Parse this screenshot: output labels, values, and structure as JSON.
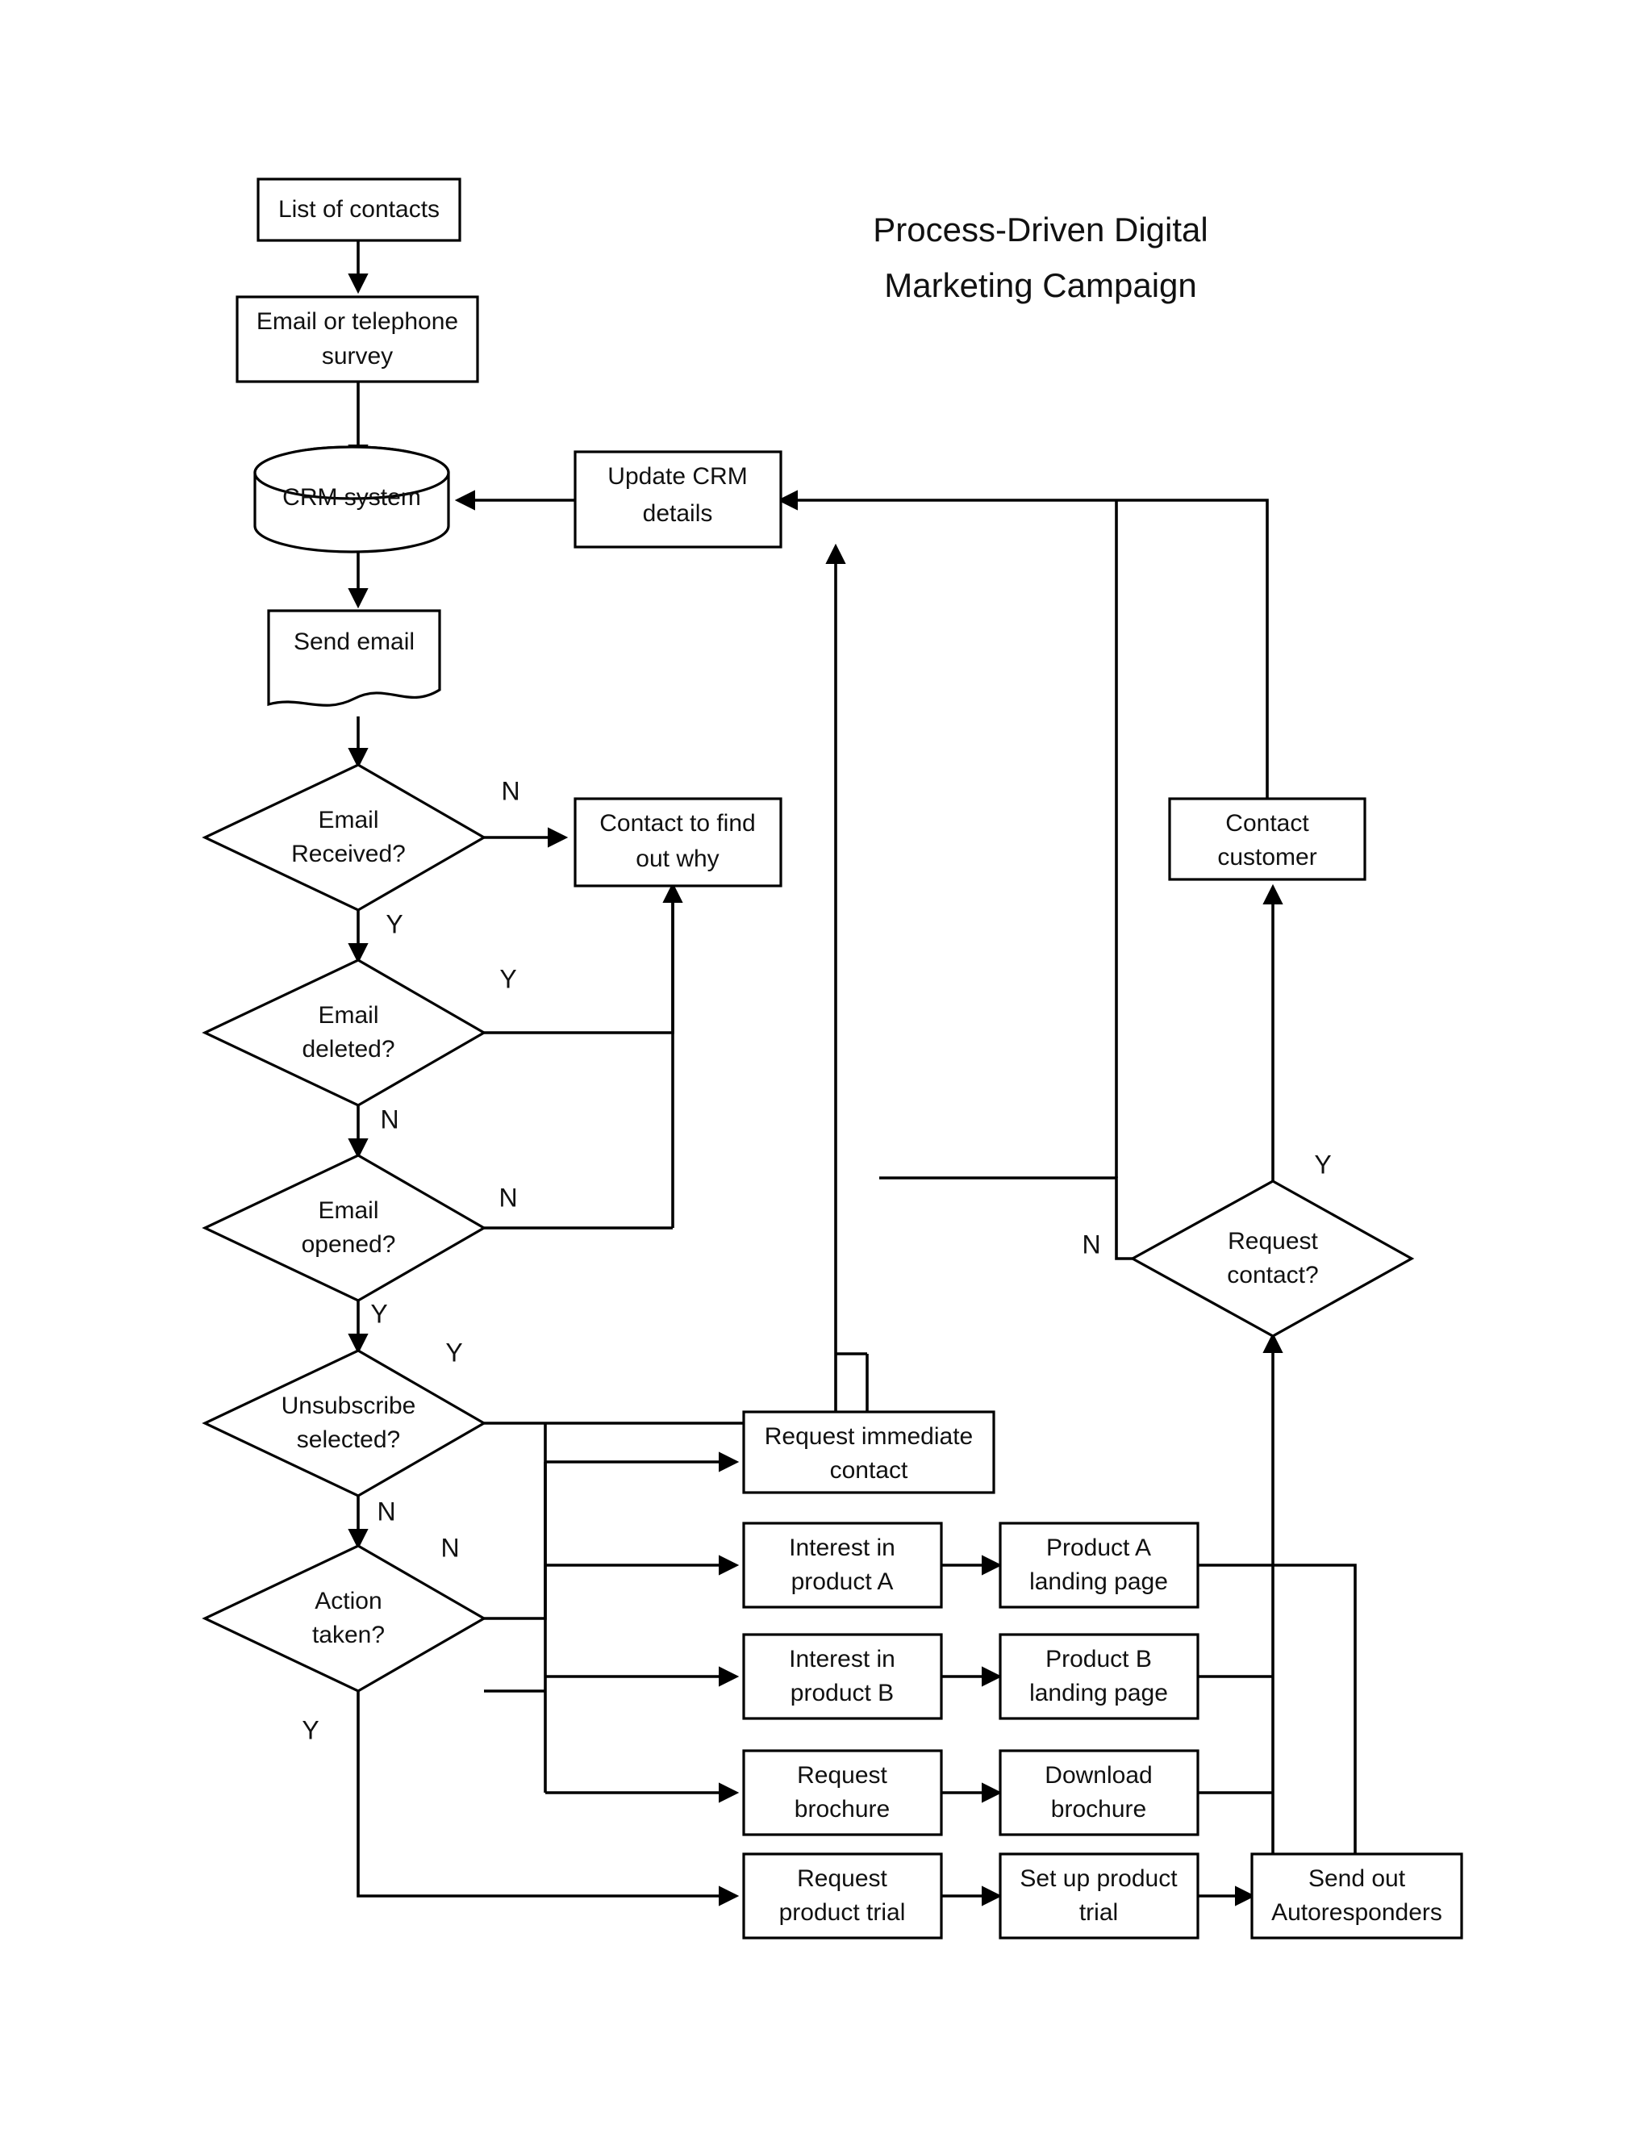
{
  "diagram": {
    "title_line1": "Process-Driven Digital",
    "title_line2": "Marketing Campaign",
    "type": "flowchart",
    "nodes": {
      "list_of_contacts": {
        "label": "List of contacts",
        "shape": "process"
      },
      "email_or_telephone_survey_l1": {
        "label": "Email or telephone",
        "shape": "process"
      },
      "email_or_telephone_survey_l2": {
        "label": "survey",
        "shape": "process"
      },
      "crm_system": {
        "label": "CRM system",
        "shape": "database"
      },
      "send_email": {
        "label": "Send email",
        "shape": "document"
      },
      "update_crm_l1": {
        "label": "Update CRM",
        "shape": "process"
      },
      "update_crm_l2": {
        "label": "details",
        "shape": "process"
      },
      "email_received_l1": {
        "label": "Email",
        "shape": "decision"
      },
      "email_received_l2": {
        "label": "Received?",
        "shape": "decision"
      },
      "contact_find_out_why_l1": {
        "label": "Contact to find",
        "shape": "process"
      },
      "contact_find_out_why_l2": {
        "label": "out why",
        "shape": "process"
      },
      "email_deleted_l1": {
        "label": "Email",
        "shape": "decision"
      },
      "email_deleted_l2": {
        "label": "deleted?",
        "shape": "decision"
      },
      "email_opened_l1": {
        "label": "Email",
        "shape": "decision"
      },
      "email_opened_l2": {
        "label": "opened?",
        "shape": "decision"
      },
      "unsubscribe_l1": {
        "label": "Unsubscribe",
        "shape": "decision"
      },
      "unsubscribe_l2": {
        "label": "selected?",
        "shape": "decision"
      },
      "action_taken_l1": {
        "label": "Action",
        "shape": "decision"
      },
      "action_taken_l2": {
        "label": "taken?",
        "shape": "decision"
      },
      "contact_customer_l1": {
        "label": "Contact",
        "shape": "process"
      },
      "contact_customer_l2": {
        "label": "customer",
        "shape": "process"
      },
      "request_contact_l1": {
        "label": "Request",
        "shape": "decision"
      },
      "request_contact_l2": {
        "label": "contact?",
        "shape": "decision"
      },
      "request_immediate_l1": {
        "label": "Request immediate",
        "shape": "process"
      },
      "request_immediate_l2": {
        "label": "contact",
        "shape": "process"
      },
      "interest_a_l1": {
        "label": "Interest in",
        "shape": "process"
      },
      "interest_a_l2": {
        "label": "product A",
        "shape": "process"
      },
      "product_a_page_l1": {
        "label": "Product A",
        "shape": "process"
      },
      "product_a_page_l2": {
        "label": "landing page",
        "shape": "process"
      },
      "interest_b_l1": {
        "label": "Interest in",
        "shape": "process"
      },
      "interest_b_l2": {
        "label": "product B",
        "shape": "process"
      },
      "product_b_page_l1": {
        "label": "Product B",
        "shape": "process"
      },
      "product_b_page_l2": {
        "label": "landing page",
        "shape": "process"
      },
      "request_brochure_l1": {
        "label": "Request",
        "shape": "process"
      },
      "request_brochure_l2": {
        "label": "brochure",
        "shape": "process"
      },
      "download_brochure_l1": {
        "label": "Download",
        "shape": "process"
      },
      "download_brochure_l2": {
        "label": "brochure",
        "shape": "process"
      },
      "request_trial_l1": {
        "label": "Request",
        "shape": "process"
      },
      "request_trial_l2": {
        "label": "product trial",
        "shape": "process"
      },
      "setup_trial_l1": {
        "label": "Set up product",
        "shape": "process"
      },
      "setup_trial_l2": {
        "label": "trial",
        "shape": "process"
      },
      "autoresponders_l1": {
        "label": "Send out",
        "shape": "process"
      },
      "autoresponders_l2": {
        "label": "Autoresponders",
        "shape": "process"
      }
    },
    "branch_labels": {
      "email_received_no": "N",
      "email_received_yes": "Y",
      "email_deleted_yes": "Y",
      "email_deleted_no": "N",
      "email_opened_no": "N",
      "email_opened_yes": "Y",
      "unsubscribe_yes": "Y",
      "unsubscribe_no": "N",
      "action_taken_no": "N",
      "action_taken_yes": "Y",
      "request_contact_yes": "Y",
      "request_contact_no": "N"
    },
    "colors": {
      "stroke": "#000000",
      "fill": "#ffffff",
      "text": "#111111"
    }
  }
}
